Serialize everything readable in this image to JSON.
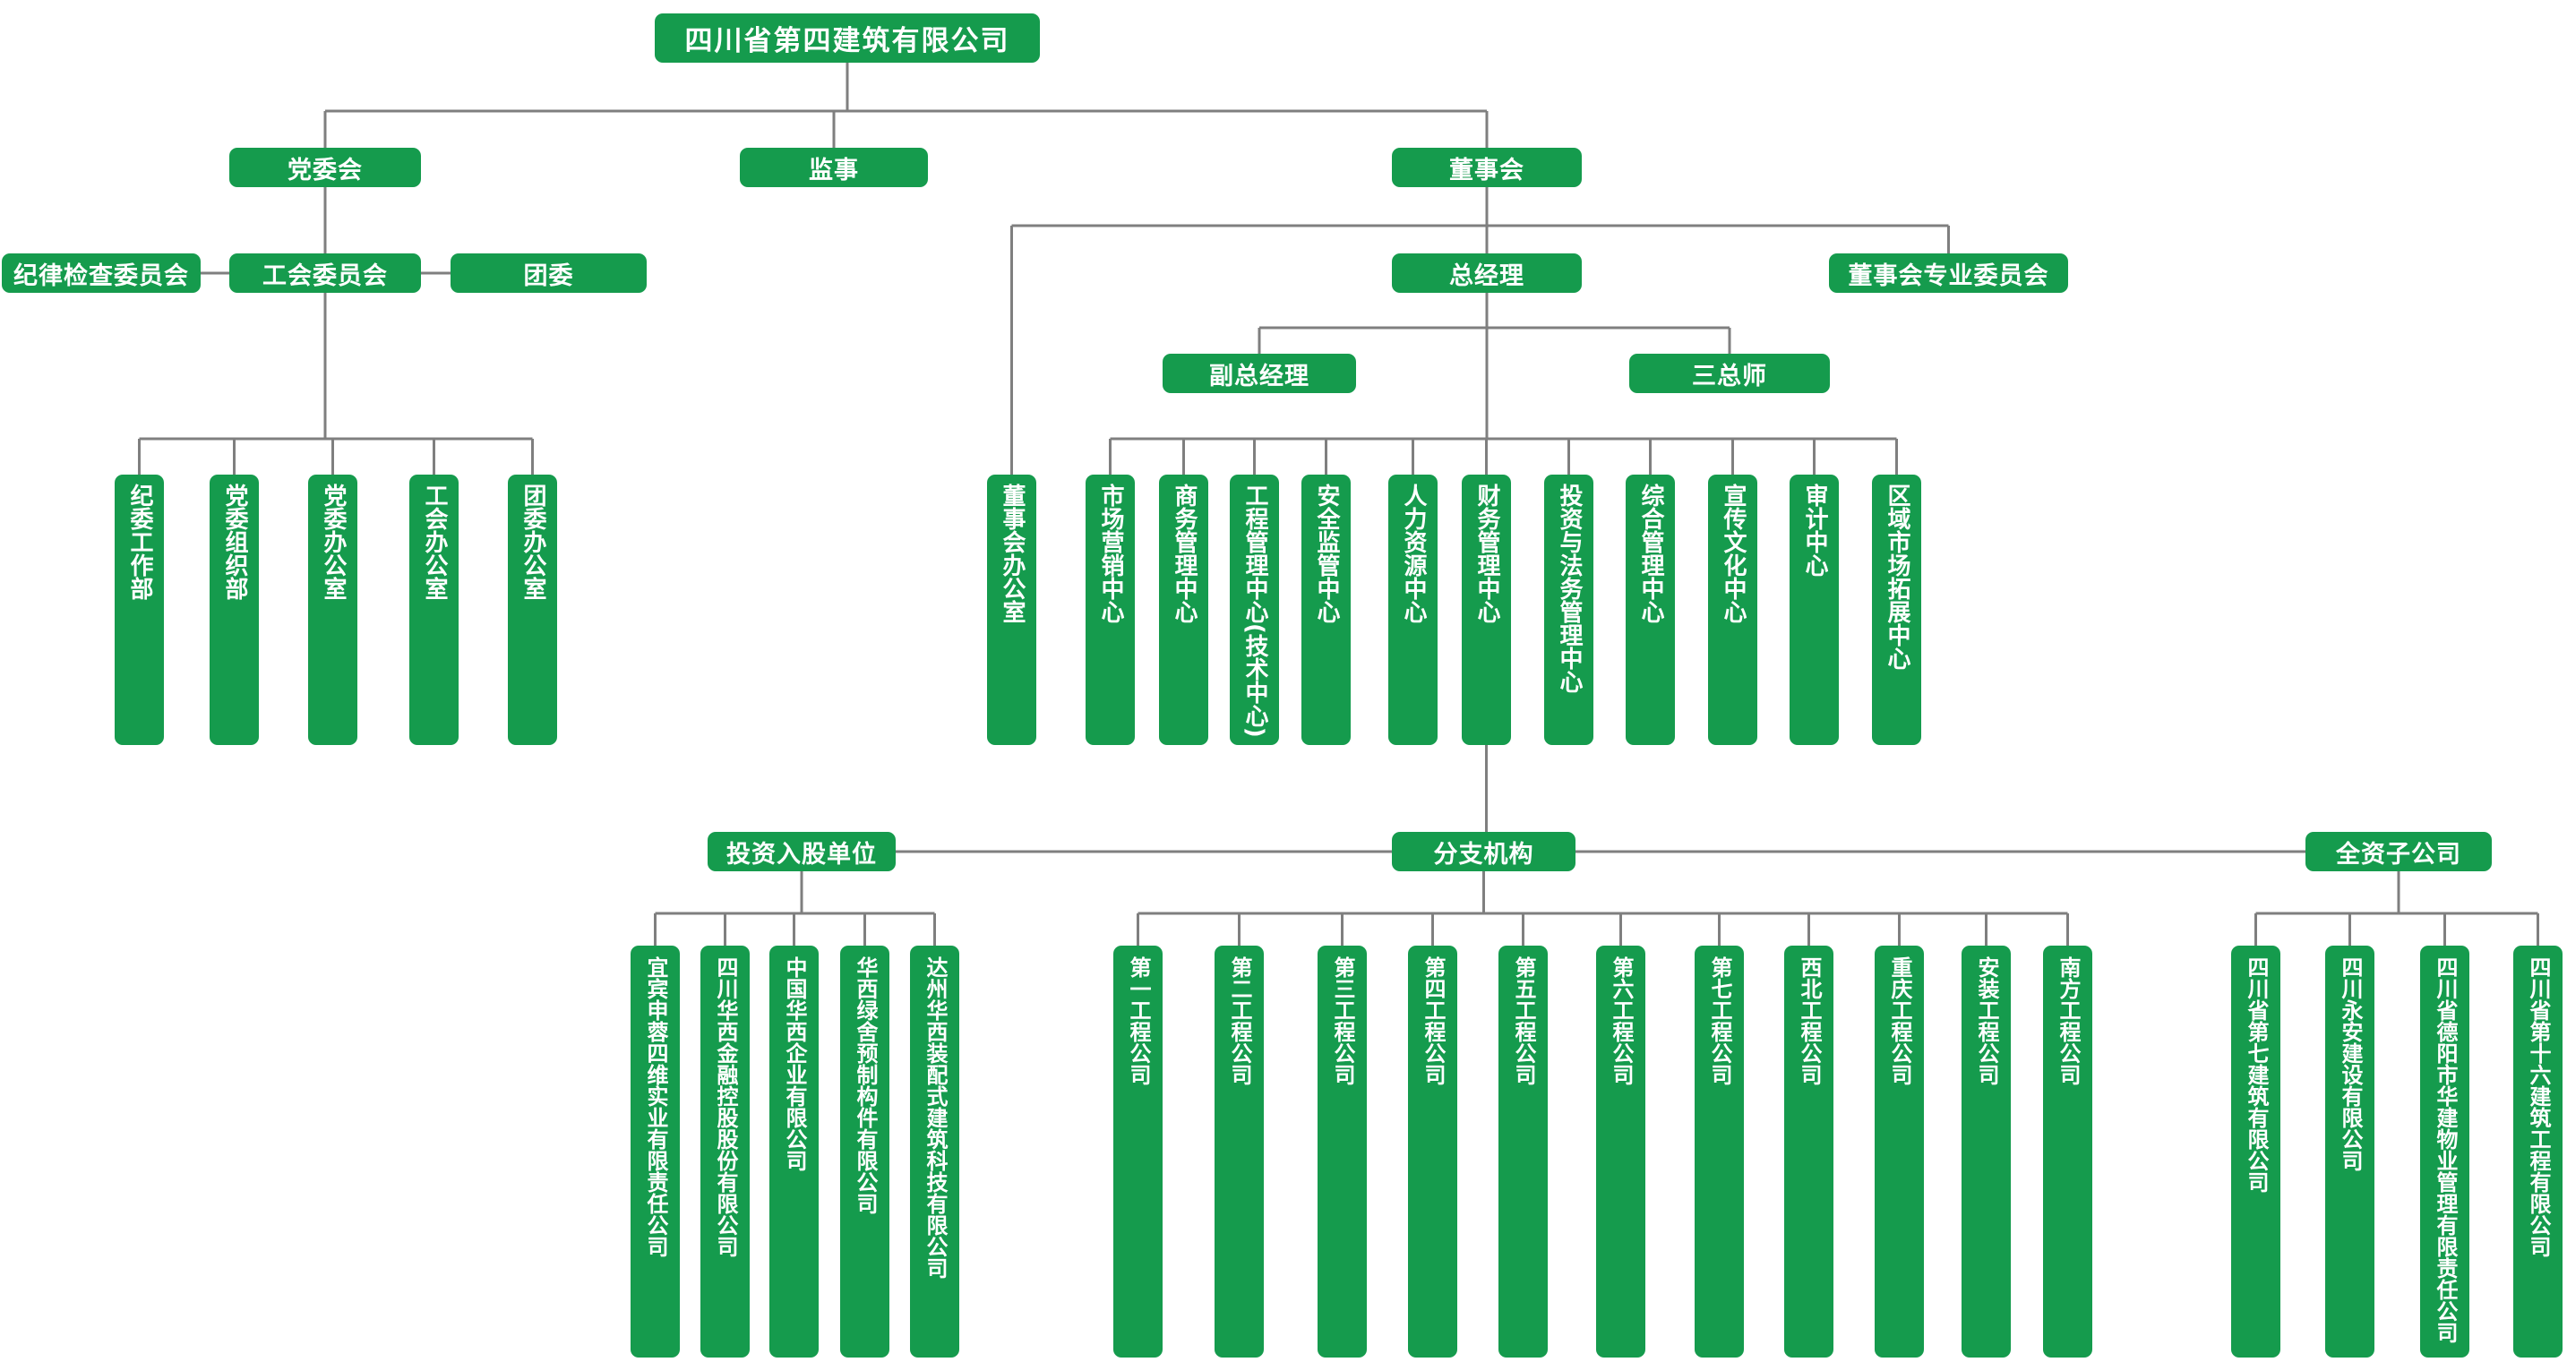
{
  "diagram": {
    "colors": {
      "node": "#159b4d",
      "line": "#7f7f7f",
      "text": "#ffffff"
    },
    "title": "四川省第四建筑有限公司",
    "party": "党委会",
    "supervisor": "监事",
    "board": "董事会",
    "discipline": "纪律检查委员会",
    "union": "工会委员会",
    "youth": "团委",
    "gm": "总经理",
    "board_committee": "董事会专业委员会",
    "board_office": "董事会办公室",
    "deputy_gm": "副总经理",
    "three_chiefs": "三总师",
    "party_depts": [
      "纪委工作部",
      "党委组织部",
      "党委办公室",
      "工会办公室",
      "团委办公室"
    ],
    "centers": [
      "市场营销中心",
      "商务管理中心",
      "工程管理中心(技术中心)",
      "安全监管中心",
      "人力资源中心",
      "财务管理中心",
      "投资与法务管理中心",
      "综合管理中心",
      "宣传文化中心",
      "审计中心",
      "区域市场拓展中心"
    ],
    "investment_label": "投资入股单位",
    "branch_label": "分支机构",
    "subsidiary_label": "全资子公司",
    "investment_companies": [
      "宜宾申蓉四维实业有限责任公司",
      "四川华西金融控股股份有限公司",
      "中国华西企业有限公司",
      "华西绿舍预制构件有限公司",
      "达州华西装配式建筑科技有限公司"
    ],
    "branch_companies": [
      "第一工程公司",
      "第二工程公司",
      "第三工程公司",
      "第四工程公司",
      "第五工程公司",
      "第六工程公司",
      "第七工程公司",
      "西北工程公司",
      "重庆工程公司",
      "安装工程公司",
      "南方工程公司"
    ],
    "subsidiary_companies": [
      "四川省第七建筑有限公司",
      "四川永安建设有限公司",
      "四川省德阳市华建物业管理有限责任公司",
      "四川省第十六建筑工程有限公司"
    ]
  }
}
